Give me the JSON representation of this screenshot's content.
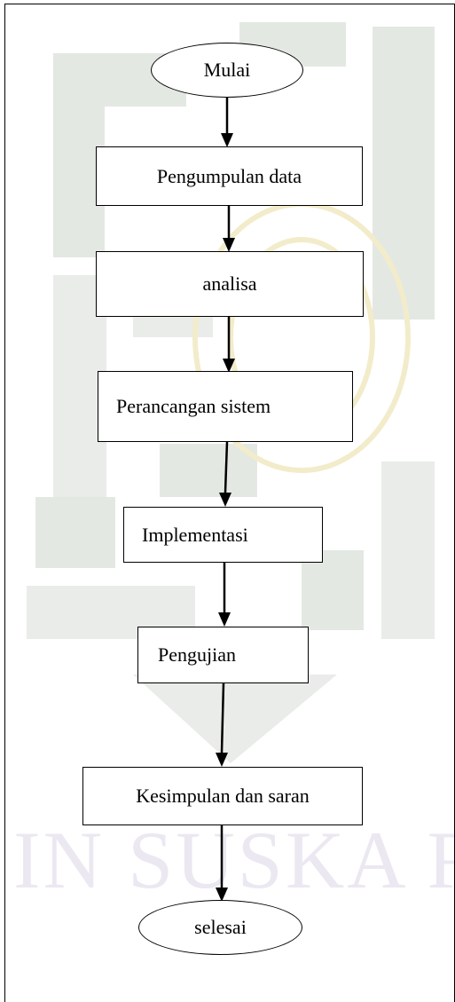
{
  "flowchart": {
    "start": "Mulai",
    "steps": [
      "Pengumpulan data",
      "analisa",
      "Perancangan sistem",
      "Implementasi",
      "Pengujian",
      "Kesimpulan dan saran"
    ],
    "end": "selesai"
  },
  "watermark": {
    "text": "IN SUSKA R"
  },
  "colors": {
    "line": "#000000",
    "watermark_green": "#e3e8e3",
    "watermark_gold": "#f2eccb",
    "watermark_text": "#ebe8f1"
  }
}
